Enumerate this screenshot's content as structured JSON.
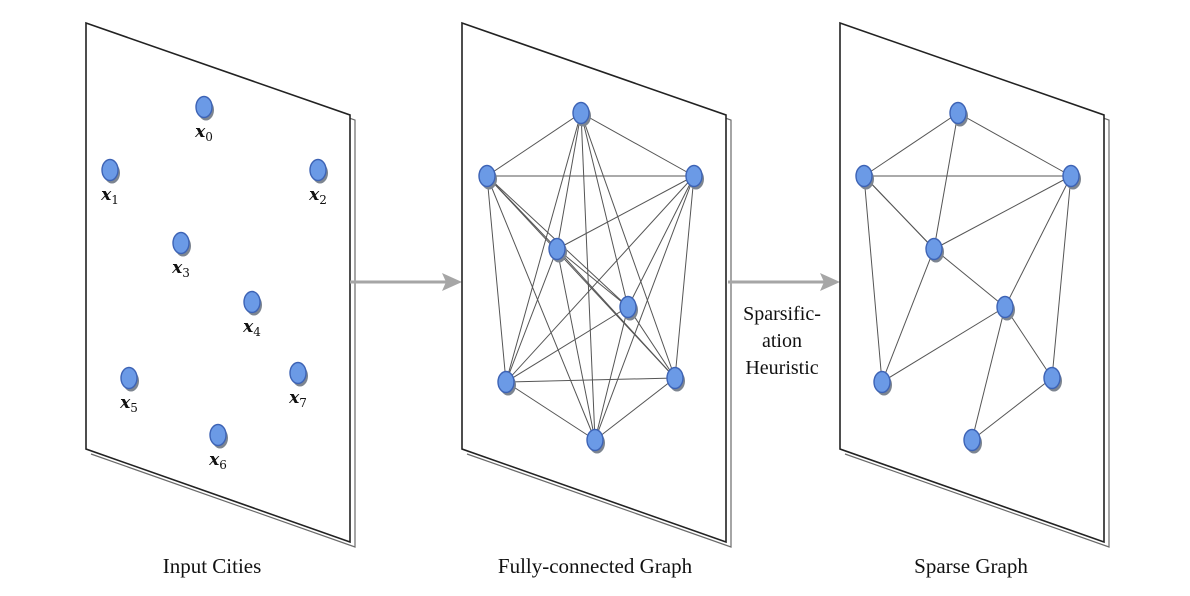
{
  "input_panel": {
    "caption": "Input Cities",
    "cities": [
      {
        "base": "x",
        "sub": "0"
      },
      {
        "base": "x",
        "sub": "1"
      },
      {
        "base": "x",
        "sub": "2"
      },
      {
        "base": "x",
        "sub": "3"
      },
      {
        "base": "x",
        "sub": "4"
      },
      {
        "base": "x",
        "sub": "5"
      },
      {
        "base": "x",
        "sub": "7"
      },
      {
        "base": "x",
        "sub": "6"
      }
    ]
  },
  "full_panel": {
    "caption": "Fully-connected Graph"
  },
  "sparse_panel": {
    "caption": "Sparse Graph"
  },
  "heuristic": {
    "line1": "Sparsific-",
    "line2": "ation",
    "line3": "Heuristic"
  },
  "colors": {
    "node_fill": "#6b9ae6",
    "node_stroke": "#3d63b5",
    "arrow": "#a6a6a6"
  }
}
